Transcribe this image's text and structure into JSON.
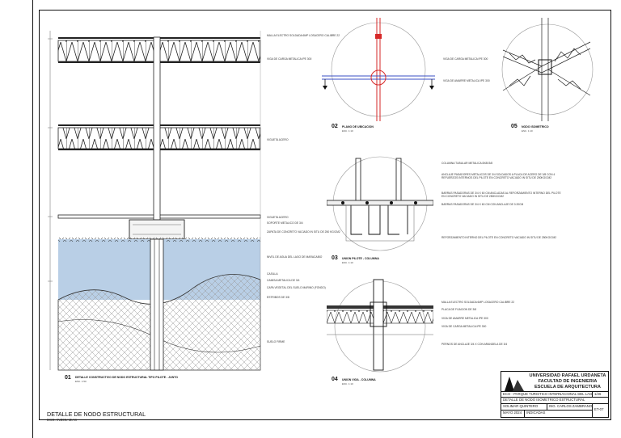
{
  "sheet": {
    "title": "DETALLE DE NODO ESTRUCTURAL",
    "subtitle": "ESC. INDICADAS"
  },
  "details": [
    {
      "num": "01",
      "title": "DETALLE CONSTRUCTIVO DE NODO ESTRUCTURAL TIPO PILOTE - JUNTO",
      "scale": "ESC. 1:50"
    },
    {
      "num": "02",
      "title": "PLANO DE UBICACION",
      "scale": "ESC. 1:10"
    },
    {
      "num": "03",
      "title": "UNION PILOTE - COLUMNA",
      "scale": "ESC. 1:10"
    },
    {
      "num": "04",
      "title": "UNION VIGA - COLUMNA",
      "scale": "ESC. 1:10"
    },
    {
      "num": "05",
      "title": "NODO ISOMETRICO",
      "scale": "ESC. 1:10"
    }
  ],
  "labels_d1": [
    "MALLA ELECTRO SOLDADA 6MP LOSACERO CALIBRE 22",
    "VIGA DE CARGA METALICA IPE 300",
    "VIGUETA ACERO",
    "VIGUETA ACERO",
    "SOPORTE METALICO DE 3/4",
    "ZAPATA DE CONCRETO VACIADO IN SITU DE 250 KG/CM2",
    "NIVEL DE AGUA DEL LAGO DE MARACAIBO",
    "CASILLA",
    "CAMISA METALICA DE 3/4",
    "CAPA VEGETAL DEL SUELO MARINO (FONDO)",
    "ESTRIBOS DE 3/8",
    "SUELO FIRME"
  ],
  "labels_d2": [
    "VIGA DE CARGA METALICA IPE 300",
    "VIGA DE AMARRE METALICA IPE 300"
  ],
  "labels_d3": [
    "COLUMNA TUBULAR METALICA 8X8X3/8",
    "ANCLAJE PASADORES METALICOS DE 3/4 SOLDADOS A PLACA DE ACERO DE 3/8 CON 4 REFUERZOS INTERNOS DEL PILOTE EN CONCRETO VACIADO IN SITU DE 250KG/CM2",
    "BARRAS PASADORAS DE 3/4 X 60 CM ANCLADAS AL REFORZAMIENTO INTERNO DEL PILOTE EN CONCRETO VACIADO IN SITU DE 250KG/CM2",
    "BARRAS PASADORAS DE 3/4 X 60 CM CON ANCLAJE DE 0.20CM",
    "REFORZAMIENTO INTERNO DEL PILOTE EN CONCRETO VACIADO IN SITU DE 250KG/CM2"
  ],
  "labels_d4": [
    "MALLA ELECTRO SOLDADA 6MP LOSACERO CALIBRE 22",
    "PLACA DE FIJACION DE 3/8",
    "VIGA DE AMARRE METALICA IPE 300",
    "VIGA DE CARGA METALICA IPE 300",
    "PERNOS DE ANCLAJE 3/4 X CON ARANDELA DE 3/4"
  ],
  "title_block": {
    "university": "UNIVERSIDAD RAFAEL URDANETA",
    "faculty": "FACULTAD DE INGENIERIA",
    "school": "ESCUELA DE ARQUITECTURA",
    "project": "ECO - PARQUE TURISTICO INTERNACIONAL DEL LAGO",
    "sheet_no": "1/26",
    "drawing": "DETALLE DE NODO ISOMETRICO ESTRUCTURAL",
    "author": "SOLIMAR QUINTERO",
    "tutor": "ING. CARLOS ZAMBRANO",
    "date": "MAYO 2024",
    "scale": "INDICADAS",
    "code": "ET-07"
  },
  "colors": {
    "water": "#b9cfe6",
    "soil_fill": "#eeeeee",
    "highlight_red": "#d62828",
    "highlight_blue": "#3a4fc4"
  }
}
